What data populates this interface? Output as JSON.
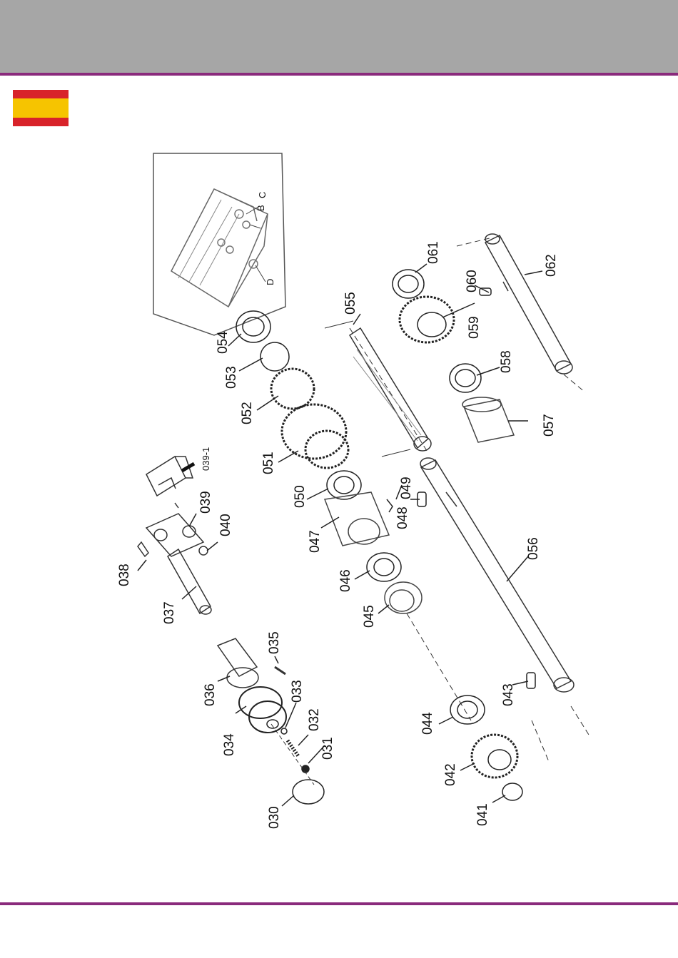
{
  "header": {
    "color": "#a6a6a6",
    "rule_color": "#8a2a7c"
  },
  "flag": {
    "name": "spain-flag-icon",
    "red": "#d8232a",
    "yellow": "#f6c400"
  },
  "inset": {
    "labels": {
      "b": "B",
      "c": "C",
      "d": "D"
    }
  },
  "parts": {
    "p030": "030",
    "p031": "031",
    "p032": "032",
    "p033": "033",
    "p034": "034",
    "p035": "035",
    "p036": "036",
    "p037": "037",
    "p038": "038",
    "p039": "039",
    "p039_1": "039-1",
    "p040": "040",
    "p041": "041",
    "p042": "042",
    "p043": "043",
    "p044": "044",
    "p045": "045",
    "p046": "046",
    "p047": "047",
    "p048": "048",
    "p049": "049",
    "p050": "050",
    "p051": "051",
    "p052": "052",
    "p053": "053",
    "p054": "054",
    "p055": "055",
    "p056": "056",
    "p057": "057",
    "p058": "058",
    "p059": "059",
    "p060": "060",
    "p061": "061",
    "p062": "062"
  }
}
